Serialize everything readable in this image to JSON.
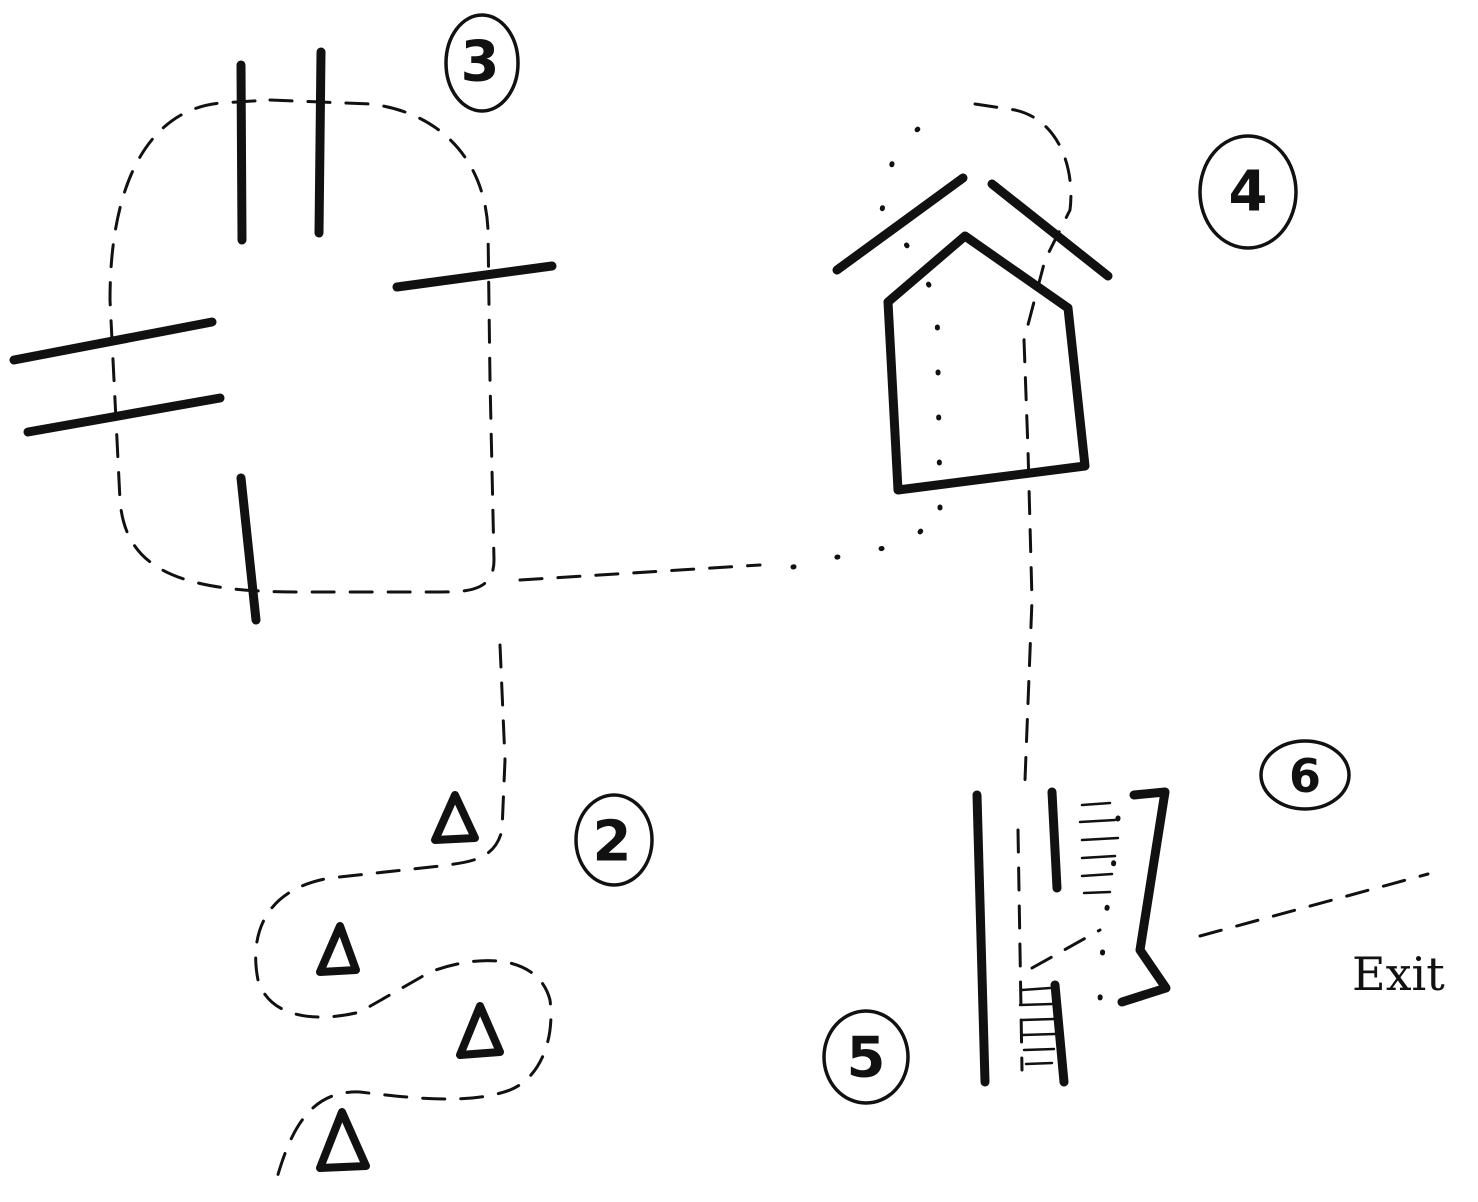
{
  "markers": [
    {
      "id": "station-2",
      "label": "2"
    },
    {
      "id": "station-3",
      "label": "3"
    },
    {
      "id": "station-4",
      "label": "4"
    },
    {
      "id": "station-5",
      "label": "5"
    },
    {
      "id": "station-6",
      "label": "6"
    }
  ],
  "exit_label": "Exit",
  "colors": {
    "ink": "#111111",
    "paper": "#ffffff"
  }
}
